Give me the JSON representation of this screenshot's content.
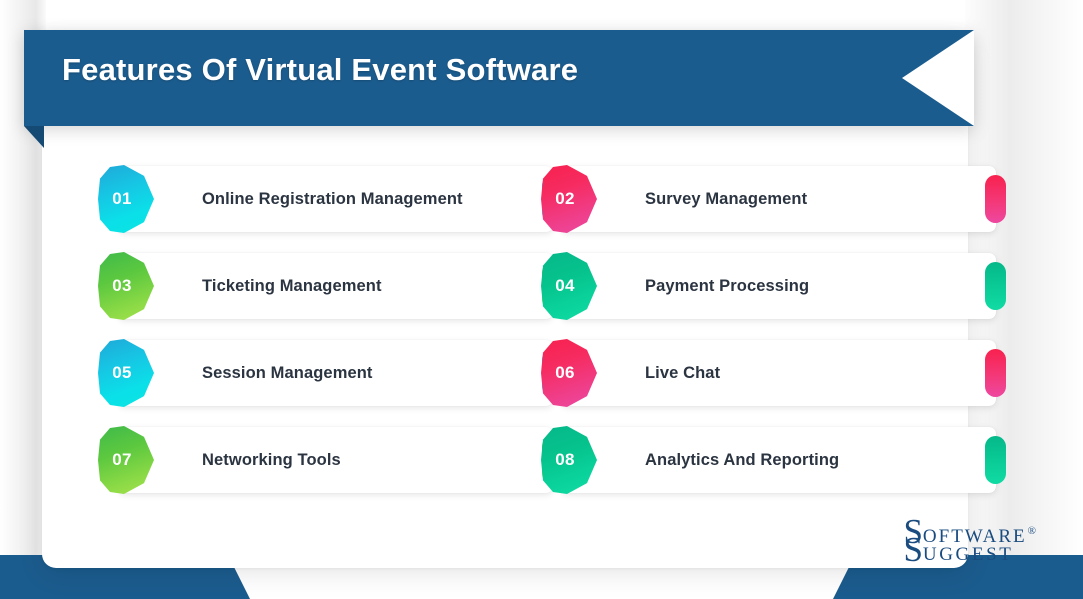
{
  "header": {
    "title": "Features Of Virtual Event Software",
    "ribbon_color": "#1b5c8e"
  },
  "features": [
    {
      "number": "01",
      "label": "Online Registration Management",
      "color": "#0bdfe8",
      "palette": "cyan"
    },
    {
      "number": "02",
      "label": "Survey Management",
      "color": "#f62b60",
      "palette": "pink"
    },
    {
      "number": "03",
      "label": "Ticketing Management",
      "color": "#87d845",
      "palette": "green"
    },
    {
      "number": "04",
      "label": "Payment Processing",
      "color": "#0ad29b",
      "palette": "teal"
    },
    {
      "number": "05",
      "label": "Session Management",
      "color": "#0bdfe8",
      "palette": "cyan"
    },
    {
      "number": "06",
      "label": "Live Chat",
      "color": "#f62b60",
      "palette": "pink"
    },
    {
      "number": "07",
      "label": "Networking Tools",
      "color": "#87d845",
      "palette": "green"
    },
    {
      "number": "08",
      "label": "Analytics And Reporting",
      "color": "#0ad29b",
      "palette": "teal"
    }
  ],
  "logo": {
    "line1_initial": "S",
    "line1_rest": "oftware",
    "registered": "®",
    "line2_initial": "S",
    "line2_rest": "uggest",
    "color": "#1b4c80"
  }
}
